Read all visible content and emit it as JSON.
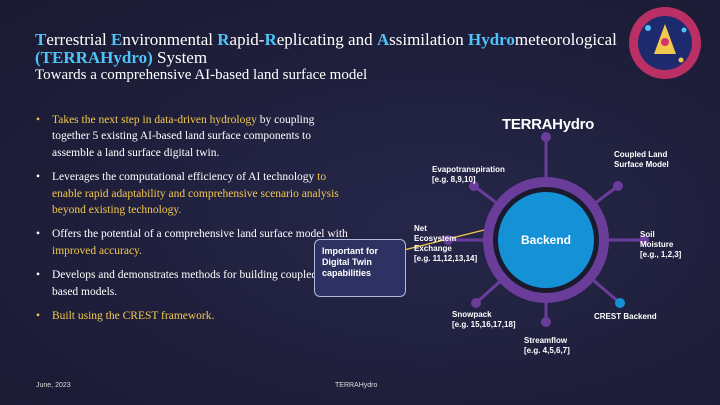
{
  "slide": {
    "title": {
      "line1": [
        {
          "t": "T",
          "c": true
        },
        {
          "t": "errestrial ",
          "c": false
        },
        {
          "t": "E",
          "c": true
        },
        {
          "t": "nvironmental ",
          "c": false
        },
        {
          "t": "R",
          "c": true
        },
        {
          "t": "apid-",
          "c": false
        },
        {
          "t": "R",
          "c": true
        },
        {
          "t": "eplicating and ",
          "c": false
        },
        {
          "t": "A",
          "c": true
        },
        {
          "t": "ssimilation ",
          "c": false
        },
        {
          "t": "Hydro",
          "c": true
        },
        {
          "t": "meteorological",
          "c": false
        }
      ],
      "line2_acronym": "(TERRAHydro)",
      "line2_rest": " System"
    },
    "subtitle": "Towards a comprehensive AI-based land surface model",
    "bullets": [
      {
        "parts": [
          {
            "t": "Takes the next step in data-driven hydrology",
            "h": true
          },
          {
            "t": " by coupling together 5 existing AI-based land surface components to assemble a land surface digital twin.",
            "h": false
          }
        ],
        "dot_yellow": true
      },
      {
        "parts": [
          {
            "t": "Leverages the computational efficiency of AI technology ",
            "h": false
          },
          {
            "t": "to enable rapid adaptability and comprehensive scenario analysis beyond existing technology.",
            "h": true
          }
        ],
        "dot_yellow": false
      },
      {
        "parts": [
          {
            "t": "Offers the potential of a comprehensive land surface model with ",
            "h": false
          },
          {
            "t": "improved accuracy.",
            "h": true
          }
        ],
        "dot_yellow": false
      },
      {
        "parts": [
          {
            "t": "Develops and demonstrates methods for building coupled AI-based models.",
            "h": false
          }
        ],
        "dot_yellow": false
      },
      {
        "parts": [
          {
            "t": "Built using the CREST framework.",
            "h": true
          }
        ],
        "dot_yellow": true
      }
    ],
    "callout": "Important for Digital Twin capabilities",
    "diagram": {
      "title": "TERRAHydro",
      "center": "Backend",
      "nodes": {
        "evapotranspiration": [
          "Evapotranspiration",
          "[e.g. 8,9,10]"
        ],
        "coupled_land": [
          "Coupled Land",
          "Surface Model"
        ],
        "net_ecosystem": [
          "Net",
          "Ecosystem",
          "Exchange",
          "[e.g. 11,12,13,14]"
        ],
        "soil_moisture": [
          "Soil",
          "Moisture",
          "[e.g., 1,2,3]"
        ],
        "snowpack": [
          "Snowpack",
          "[e.g. 15,16,17,18]"
        ],
        "crest_backend": [
          "CREST Backend"
        ],
        "streamflow": [
          "Streamflow",
          "[e.g. 4,5,6,7]"
        ]
      },
      "colors": {
        "purple": "#6a3d9a",
        "blue": "#1592d6",
        "ring": "#1a1a2e",
        "white": "#ffffff"
      }
    },
    "footer": {
      "date": "June, 2023",
      "center": "TERRAHydro"
    },
    "logo": {
      "icon": "nasa-advanced-software-technology-group-logo-icon"
    }
  }
}
